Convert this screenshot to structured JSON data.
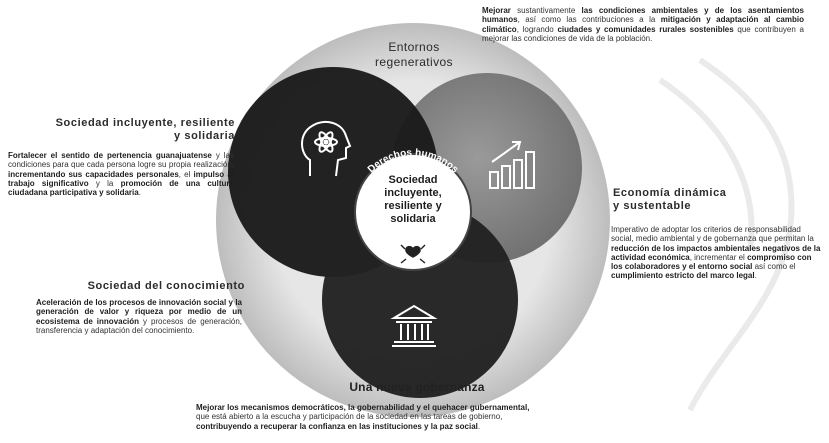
{
  "diagram": {
    "circles": {
      "top_label": [
        "Entornos",
        "regenerativos"
      ],
      "bottom_label": "Una nueva gobernanza",
      "arc_label": "Derechos humanos",
      "center_label": [
        "Sociedad",
        "incluyente,",
        "resiliente y",
        "solidaria"
      ]
    },
    "colors": {
      "left_circle": "#1a1a1a",
      "right_circle": "#8a8a8a",
      "bottom_circle": "#222222",
      "outer_ring": "#bdbdbd",
      "center_disc": "#ffffff"
    },
    "icons": [
      "head-atom-icon",
      "growth-chart-icon",
      "building-icon",
      "handshake-icon"
    ]
  },
  "blocks": {
    "top_right": {
      "p1": "Mejorar",
      "p2": " sustantivamente ",
      "p3": "las condiciones ambientales y de los asentamientos humanos",
      "p4": ", así como las contribuciones a la ",
      "p5": "mitigación y adaptación al cambio climático",
      "p6": ", logrando ",
      "p7": "ciudades y comunidades rurales sostenibles",
      "p8": " que contribuyen a mejorar las condiciones de vida de la población."
    },
    "left_top": {
      "heading": [
        "Sociedad incluyente, resiliente",
        "y solidaria"
      ],
      "p1": "Fortalecer el sentido de pertenencia guanajuatense",
      "p2": " y las condiciones para que cada persona logre su propia realización, ",
      "p3": "incrementando sus capacidades personales",
      "p4": ", el ",
      "p5": "impulso al trabajo significativo",
      "p6": " y la ",
      "p7": "promoción de una cultura ciudadana participativa y solidaria",
      "p8": "."
    },
    "right": {
      "heading": [
        "Economía dinámica",
        "y sustentable"
      ],
      "p1": "Imperativo de adoptar los criterios de responsabilidad social, medio ambiental y de gobernanza que permitan la ",
      "p2": "reducción de los impactos ambientales negativos de la actividad económica",
      "p3": ", incrementar el ",
      "p4": "compromiso con los colaboradores y el entorno social",
      "p5": " así como el ",
      "p6": "cumplimiento estricto del marco legal",
      "p7": "."
    },
    "left_bottom": {
      "heading": "Sociedad del conocimiento",
      "p1": "Aceleración de los procesos de innovación social y la generación de valor y riqueza por medio de un ecosistema de innovación",
      "p2": " y procesos de generación, transferencia y adaptación del conocimiento."
    },
    "bottom": {
      "p1": "Mejorar los mecanismos democráticos, la gobernabilidad y el quehacer gubernamental,",
      "p2": "que está abierto a la escucha y participación de la sociedad en las tareas de gobierno, ",
      "p3": "contribuyendo a recuperar la confianza en las instituciones y la paz social",
      "p4": "."
    }
  }
}
